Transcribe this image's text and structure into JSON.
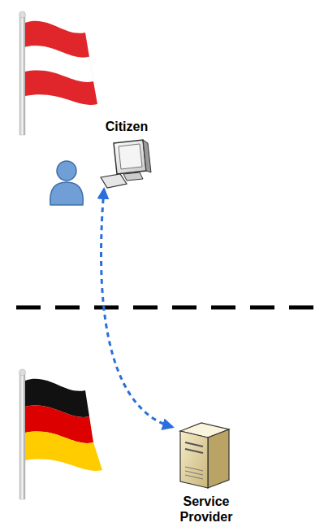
{
  "diagram": {
    "nodes": [
      {
        "text": [
          "Citizen"
        ]
      },
      {
        "text": [
          "Service Provider"
        ]
      }
    ],
    "edges": [
      {
        "from": 0,
        "to": 1,
        "arrow": "both"
      }
    ]
  }
}
